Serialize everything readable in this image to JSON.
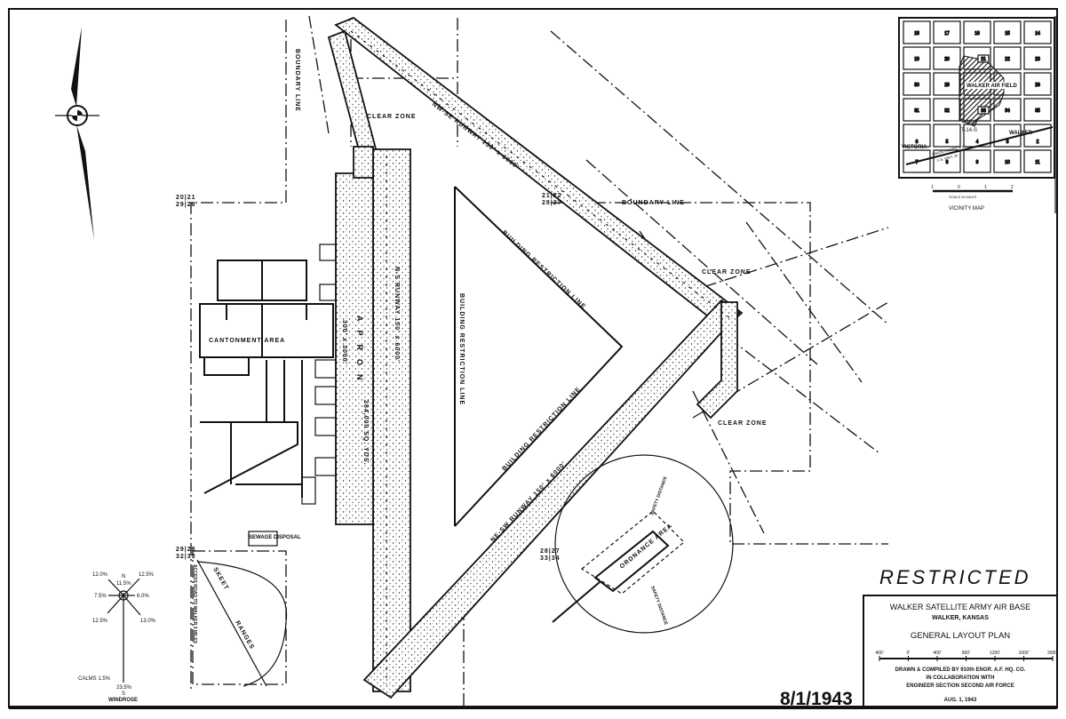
{
  "stamp": "RESTRICTED",
  "date_stamp": "8/1/1943",
  "title_block": {
    "line1": "WALKER SATELLITE ARMY AIR BASE",
    "line2": "WALKER,    KANSAS",
    "line3": "GENERAL  LAYOUT  PLAN",
    "scale_ticks": [
      "400'",
      "0'",
      "400'",
      "800'",
      "1200'",
      "1600'",
      "2000'"
    ],
    "credit1": "DRAWN & COMPILED BY 910th ENGR. A.F. HQ. CO.",
    "credit2": "IN COLLABORATION WITH",
    "credit3": "ENGINEER SECTION SECOND AIR FORCE",
    "date": "AUG. 1, 1943"
  },
  "vicinity_map": {
    "title": "VICINITY  MAP",
    "scale_label": "SCALE IN MILES",
    "scale_ticks": [
      "1",
      "0",
      "1",
      "2"
    ],
    "sections": [
      "18",
      "17",
      "16",
      "15",
      "14",
      "19",
      "20",
      "21",
      "22",
      "23",
      "30",
      "29",
      "",
      "",
      "26",
      "31",
      "32",
      "33",
      "34",
      "35",
      "6",
      "5",
      "4",
      "3",
      "2",
      "7",
      "8",
      "9",
      "10",
      "11"
    ],
    "airfield_label": "WALKER AIR FIELD",
    "township1": "T-13-S",
    "township2": "T-14-S",
    "town1": "VICTORIA",
    "town2": "WALKER",
    "road": "U.S. HWY. 40",
    "railroad": "UNION PACIFIC R.R."
  },
  "labels": {
    "clear_zone_1": "CLEAR ZONE",
    "clear_zone_2": "CLEAR ZONE",
    "clear_zone_3": "CLEAR ZONE",
    "boundary_1": "BOUNDARY LINE",
    "boundary_2": "BOUNDARY LINE",
    "runway_nw_se": "NW-SE RUNWAY 150' x 6000'",
    "runway_n_s": "N-S RUNWAY 150' x 6000'",
    "runway_ne_sw": "NE-SW RUNWAY 150' x 6000'",
    "apron": "APRON",
    "apron_dims": "300' x 3000'",
    "apron_area": "284,000 SQ. YDS.",
    "building_restriction_1": "BUILDING RESTRICTION LINE",
    "building_restriction_2": "BUILDING RESTRICTION LINE",
    "building_restriction_3": "BUILDING RESTRICTION LINE",
    "cantonment": "CANTONMENT  AREA",
    "sewage": "SEWAGE DISPOSAL",
    "skeet": "SKEET",
    "ranges": "RANGES",
    "access_road": "ACCESS ROAD TO WALKER 3 MILES",
    "ordnance": "ORDNANCE AREA",
    "safety_1": "SAFETY DISTANCE",
    "safety_2": "SAFETY DISTANCE",
    "sec_a": "20|21",
    "sec_b": "29|28",
    "sec_c": "21|22",
    "sec_d": "28|27",
    "sec_e": "29|28",
    "sec_f": "32|33",
    "sec_g": "28|27",
    "sec_h": "33|34"
  },
  "windrose": {
    "title": "WINDROSE",
    "n": "N",
    "s": "S",
    "n_pct": "11.5%",
    "ne_pct": "12.5%",
    "e_pct": "6.0%",
    "se_pct": "13.0%",
    "s_pct": "23.5%",
    "sw_pct": "12.5%",
    "w_pct": "7.5%",
    "nw_pct": "12.0%",
    "calms": "CALMS 1.5%"
  }
}
